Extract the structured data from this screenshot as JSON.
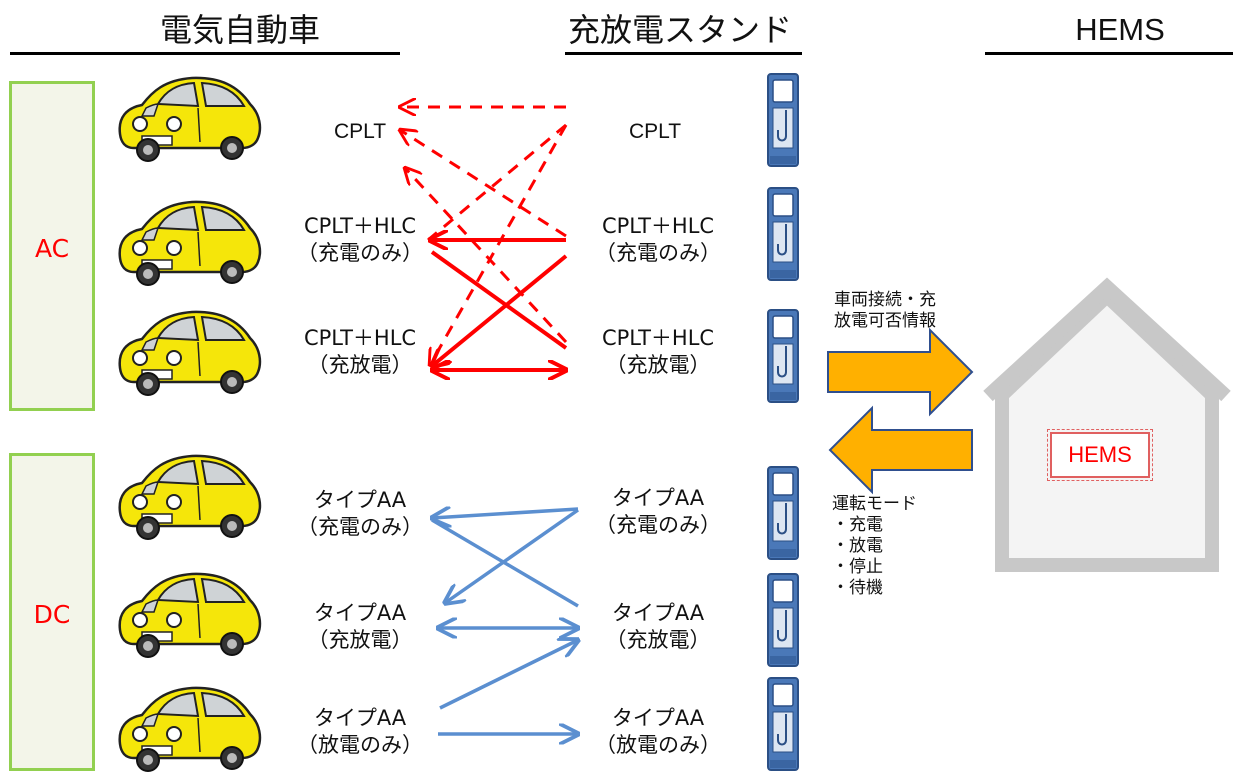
{
  "headers": {
    "ev": "電気自動車",
    "station": "充放電スタンド",
    "hems": "HEMS"
  },
  "groups": {
    "ac": "AC",
    "dc": "DC"
  },
  "cars": [
    {
      "line1": "CPLT",
      "line2": ""
    },
    {
      "line1": "CPLT＋HLC",
      "line2": "（充電のみ）"
    },
    {
      "line1": "CPLT＋HLC",
      "line2": "（充放電）"
    },
    {
      "line1": "タイプAA",
      "line2": "（充電のみ）"
    },
    {
      "line1": "タイプAA",
      "line2": "（充放電）"
    },
    {
      "line1": "タイプAA",
      "line2": "（放電のみ）"
    }
  ],
  "stations": [
    {
      "line1": "CPLT",
      "line2": ""
    },
    {
      "line1": "CPLT＋HLC",
      "line2": "（充電のみ）"
    },
    {
      "line1": "CPLT＋HLC",
      "line2": "（充放電）"
    },
    {
      "line1": "タイプAA",
      "line2": "（充電のみ）"
    },
    {
      "line1": "タイプAA",
      "line2": "（充放電）"
    },
    {
      "line1": "タイプAA",
      "line2": "（放電のみ）"
    }
  ],
  "to_hems_note": [
    "車両接続・充",
    "放電可否情報"
  ],
  "from_hems_note": [
    "運転モード",
    "・充電",
    "・放電",
    "・停止",
    "・待機"
  ],
  "house_label": "HEMS",
  "colors": {
    "ac_link": "#ff0000",
    "dc_link": "#5b8fd0",
    "group_border": "#92d050",
    "group_label": "#ff0000",
    "arrow_fill": "#ffb000",
    "arrow_stroke": "#2f4f8f",
    "house": "#c8c8c8",
    "car_body": "#f5e60a"
  }
}
